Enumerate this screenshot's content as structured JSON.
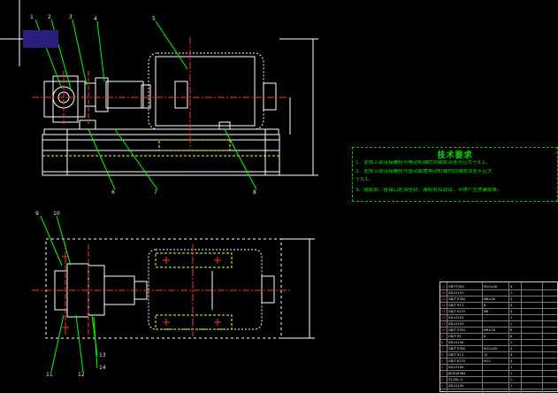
{
  "canvas": {
    "background": "#000000",
    "colors": {
      "outline": "#ffffff",
      "hidden": "#ffff00",
      "center": "#ff3030",
      "callout_leader": "#00ff00",
      "dimension": "#ffffff",
      "note_text": "#00e600"
    }
  },
  "technical_requirements": {
    "title": "技术要求",
    "lines": [
      "1、支撑上部连接螺栓与电动机轴的同轴度误差不应大于0.1。",
      "2、支撑上部连接螺栓与驱动装置电动机轴的同轴度误差不应大",
      "于0.1。",
      "3、装配后，各接口处涂密封，装配好后调试，不得产生渗漏现象。"
    ]
  },
  "callouts": {
    "front_view": [
      "1",
      "2",
      "3",
      "4",
      "5",
      "6",
      "7",
      "8"
    ],
    "plan_view": [
      "9",
      "10",
      "11",
      "12",
      "13",
      "14"
    ]
  },
  "bom": {
    "rows": [
      [
        "17",
        "GB/T5782",
        "M10×40",
        "4",
        "",
        ""
      ],
      [
        "16",
        "XD×2101",
        "",
        "1",
        "",
        ""
      ],
      [
        "15",
        "GB/T 5782",
        "M8×30",
        "4",
        "",
        ""
      ],
      [
        "14",
        "GB/T 97.1",
        "8",
        "4",
        "",
        ""
      ],
      [
        "13",
        "GB/T 6170",
        "M8",
        "4",
        "",
        ""
      ],
      [
        "12",
        "XD×2102",
        "",
        "1",
        "",
        ""
      ],
      [
        "11",
        "XD×2103",
        "",
        "1",
        "",
        ""
      ],
      [
        "10",
        "GB/T 5783",
        "M6×16",
        "6",
        "",
        ""
      ],
      [
        "9",
        "GB/T 93",
        "6",
        "6",
        "",
        ""
      ],
      [
        "8",
        "XD×2104",
        "",
        "1",
        "",
        ""
      ],
      [
        "7",
        "GB/T 5782",
        "M12×50",
        "4",
        "",
        ""
      ],
      [
        "6",
        "GB/T 97.1",
        "12",
        "4",
        "",
        ""
      ],
      [
        "5",
        "GB/T 6170",
        "M12",
        "4",
        "",
        ""
      ],
      [
        "4",
        "XD×2105",
        "",
        "1",
        "",
        ""
      ],
      [
        "3",
        "JB/ZQ4384",
        "",
        "1",
        "",
        ""
      ],
      [
        "2",
        "Y2-90L-4",
        "",
        "1",
        "",
        ""
      ],
      [
        "1",
        "XD×2100",
        "",
        "1",
        "",
        ""
      ]
    ]
  }
}
